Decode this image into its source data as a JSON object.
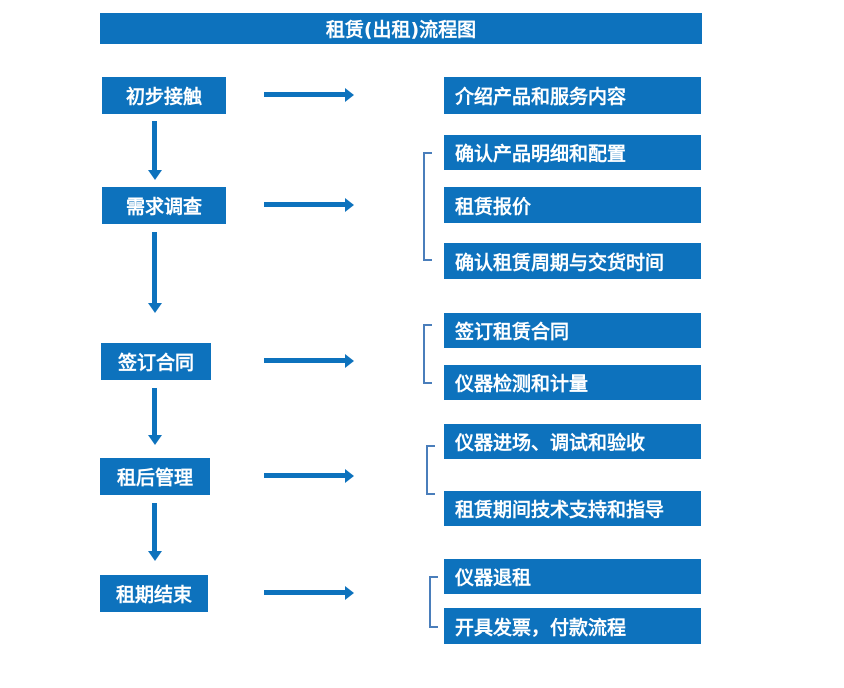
{
  "title": "租赁(出租)流程图",
  "colors": {
    "primary_blue": "#0d72bd",
    "bracket_blue": "#4a7ebb",
    "text_white": "#ffffff"
  },
  "stages": [
    {
      "label": "初步接触",
      "outputs": [
        "介绍产品和服务内容"
      ]
    },
    {
      "label": "需求调查",
      "outputs": [
        "确认产品明细和配置",
        "租赁报价",
        "确认租赁周期与交货时间"
      ]
    },
    {
      "label": "签订合同",
      "outputs": [
        "签订租赁合同",
        "仪器检测和计量"
      ]
    },
    {
      "label": "租后管理",
      "outputs": [
        "仪器进场、调试和验收",
        "租赁期间技术支持和指导"
      ]
    },
    {
      "label": "租期结束",
      "outputs": [
        "仪器退租",
        "开具发票，付款流程"
      ]
    }
  ]
}
